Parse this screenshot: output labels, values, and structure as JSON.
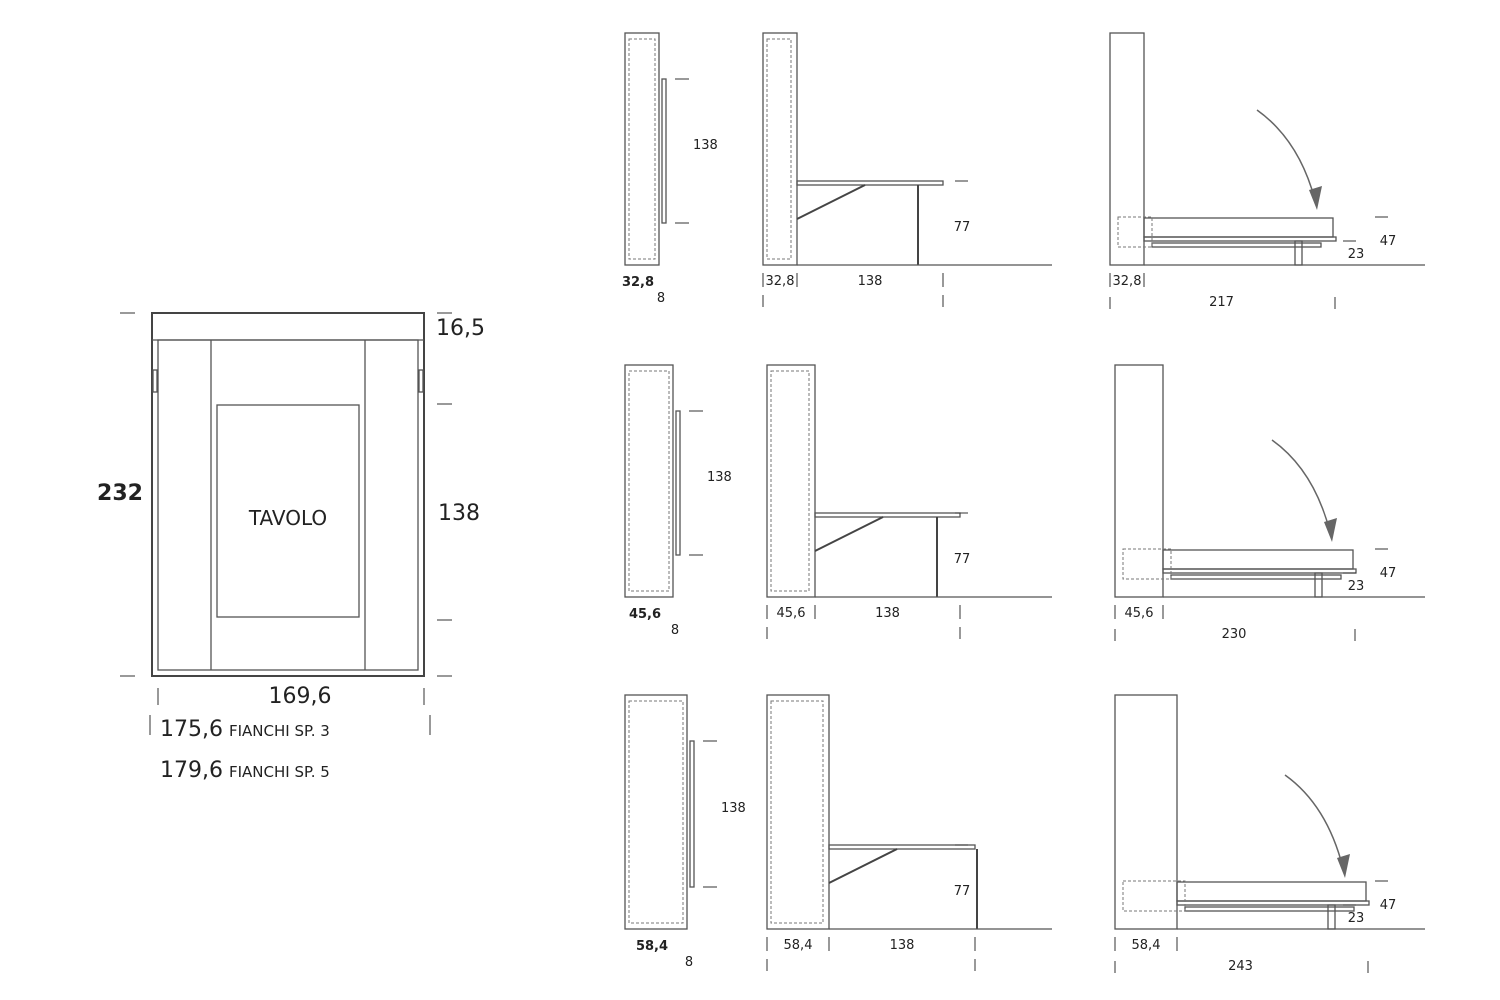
{
  "front_view": {
    "label": "TAVOLO",
    "height": "232",
    "top_band": "16,5",
    "table_height": "138",
    "inner_width": "169,6",
    "width_sp3": "175,6",
    "width_sp3_note": "FIANCHI SP. 3",
    "width_sp3_suffix": "3",
    "width_sp5": "179,6",
    "width_sp5_note": "FIANCHI SP. 5"
  },
  "side_views": [
    {
      "depth": "32,8",
      "panel": "8",
      "table_length": "138",
      "table_height": "77",
      "bed_height": "47",
      "bed_clearance": "23",
      "bed_length": "217"
    },
    {
      "depth": "45,6",
      "panel": "8",
      "table_length": "138",
      "table_height": "77",
      "bed_height": "47",
      "bed_clearance": "23",
      "bed_length": "230"
    },
    {
      "depth": "58,4",
      "panel": "8",
      "table_length": "138",
      "table_height": "77",
      "bed_height": "47",
      "bed_clearance": "23",
      "bed_length": "243"
    }
  ]
}
